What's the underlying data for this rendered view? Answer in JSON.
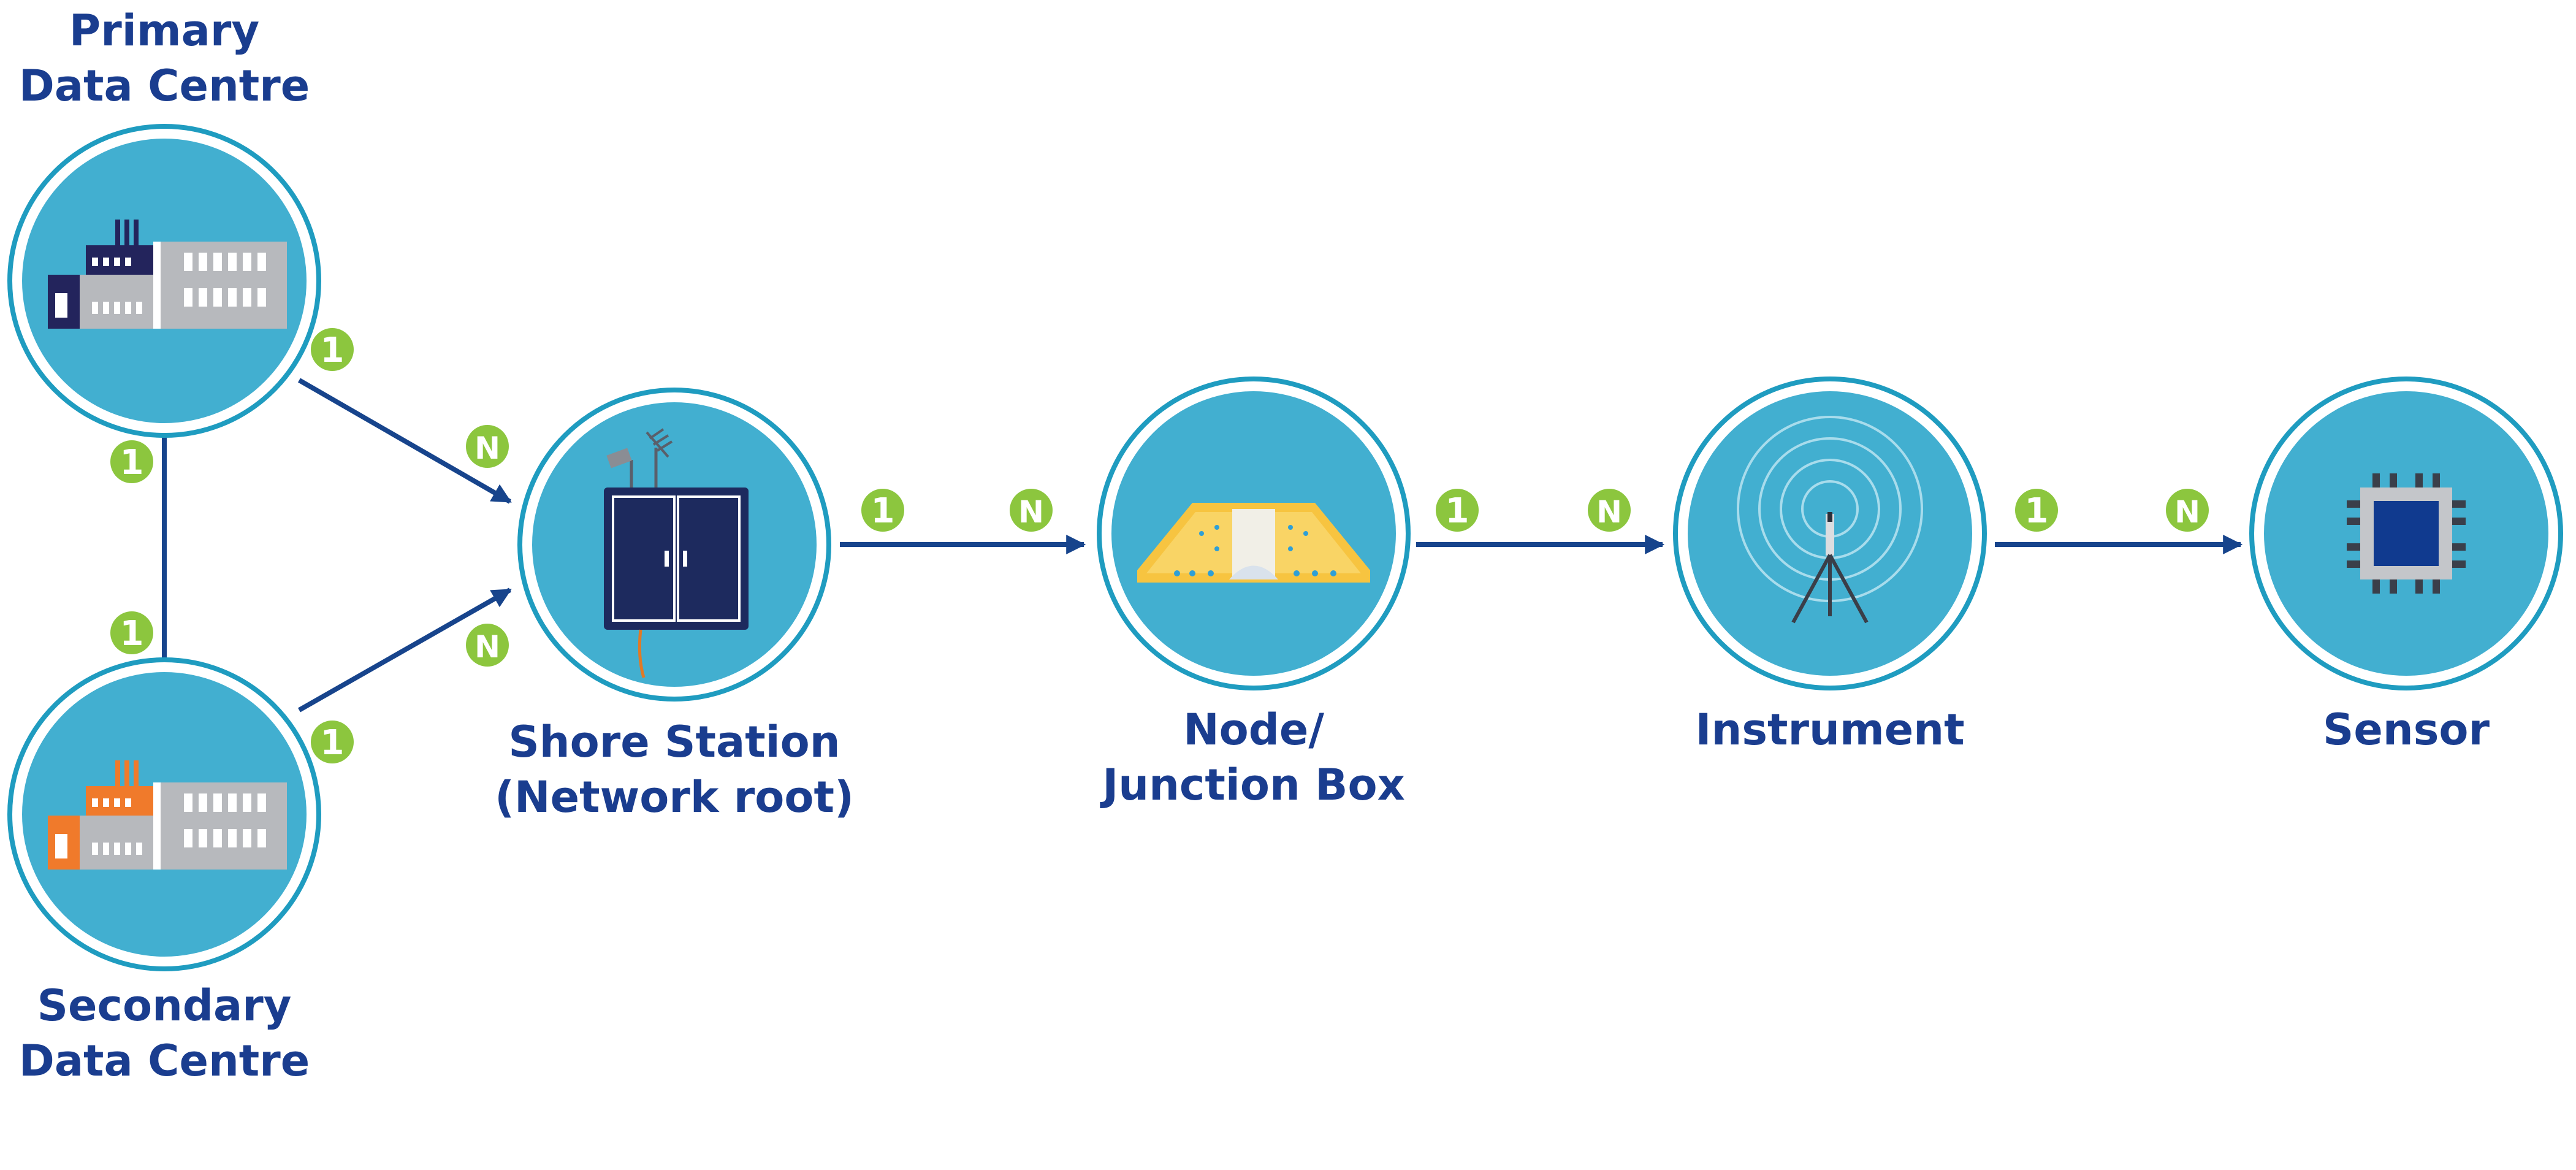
{
  "colors": {
    "circle_fill": "#42afd0",
    "circle_ring": "#1f9cc0",
    "label_text": "#1a3d8f",
    "arrow": "#17448c",
    "badge": "#8cc63e",
    "building_grey": "#b7b9bd",
    "building_navy": "#23245c",
    "building_orange": "#f07a2b",
    "cabinet_navy": "#1d2a5e",
    "junction_yellow": "#f7c440",
    "chip_navy": "#103a8f"
  },
  "nodes": {
    "primary": {
      "line1": "Primary",
      "line2": "Data Centre",
      "icon": "factory-icon"
    },
    "secondary": {
      "line1": "Secondary",
      "line2": "Data Centre",
      "icon": "factory-icon"
    },
    "shore": {
      "line1": "Shore Station",
      "line2": "(Network root)",
      "icon": "cabinet-icon"
    },
    "node": {
      "line1": "Node/",
      "line2": "Junction Box",
      "icon": "junction-box-icon"
    },
    "instrument": {
      "line1": "Instrument",
      "icon": "antenna-icon"
    },
    "sensor": {
      "line1": "Sensor",
      "icon": "chip-icon"
    }
  },
  "badges": {
    "one": "1",
    "many": "N"
  }
}
